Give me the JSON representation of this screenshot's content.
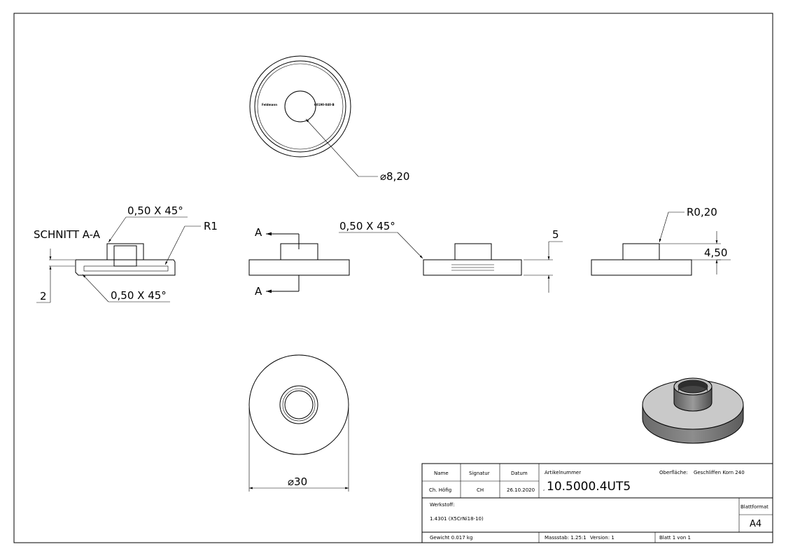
{
  "views": {
    "top": {
      "hole_label": "⌀8,20",
      "engrave_left": "Feldmann",
      "engrave_right": "60190-040-B"
    },
    "section": {
      "title": "SCHNITT A-A",
      "chamfer_top": "0,50 X 45°",
      "chamfer_bottom": "0,50 X 45°",
      "radius": "R1",
      "thickness": "2"
    },
    "front": {
      "section_mark_top": "A",
      "section_mark_bottom": "A"
    },
    "right": {
      "chamfer": "0,50 X 45°",
      "height": "5"
    },
    "side": {
      "radius": "R0,20",
      "height": "4,50"
    },
    "bottom": {
      "diameter_label": "⌀30"
    }
  },
  "title_block": {
    "headers": {
      "name": "Name",
      "signature": "Signatur",
      "date": "Datum",
      "article": "Artikelnummer"
    },
    "row": {
      "name": "Ch. Höfig",
      "signature": "CH",
      "date": "26.10.2020"
    },
    "article_number": "10.5000.4UT5",
    "surface_label": "Oberfläche:",
    "surface_value": "Geschliffen Korn 240",
    "material_label": "Werkstoff:",
    "material_value": "1.4301 (X5CrNi18-10)",
    "sheet_format_label": "Blattformat",
    "sheet_format_value": "A4",
    "weight": "Gewicht 0.017 kg",
    "scale": "Massstab: 1.25:1",
    "version": "Version: 1",
    "sheet": "Blatt 1 von 1"
  }
}
